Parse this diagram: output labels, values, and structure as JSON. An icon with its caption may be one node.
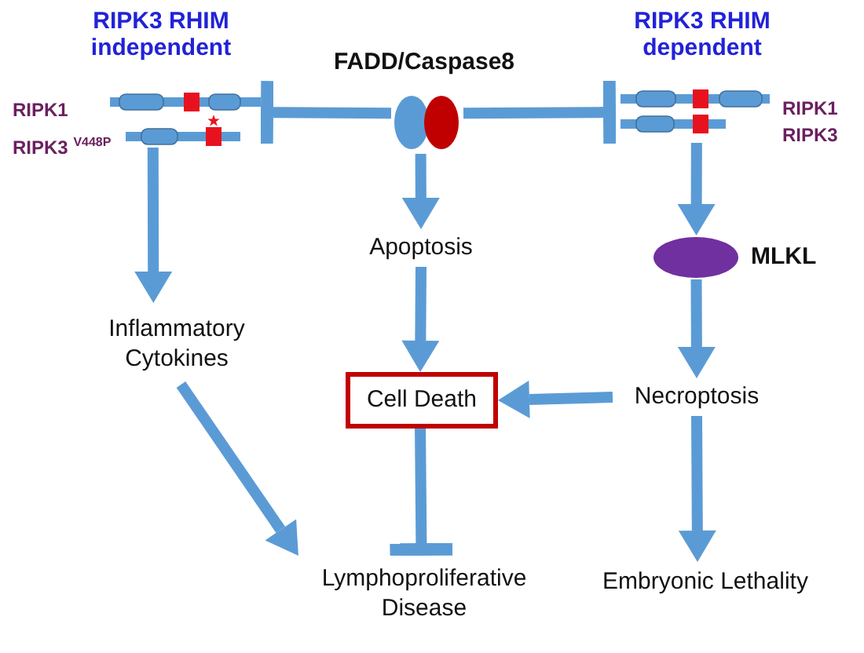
{
  "diagram": {
    "nodes": [
      {
        "text": [
          "RIPK3 RHIM independent"
        ],
        "beside": [
          "RIPK1",
          "RIPK3 $^{V448P}$"
        ]
      },
      {
        "text": [
          "FADD/Caspase8"
        ]
      },
      {
        "text": [
          "RIPK3 RHIM dependent"
        ],
        "beside": [
          "RIPK1",
          "RIPK3"
        ]
      },
      {
        "text": [
          "Inflammatory Cytokines"
        ]
      },
      {
        "text": [
          "Apoptosis"
        ]
      },
      {
        "text": [
          "MLKL"
        ]
      },
      {
        "text": [
          "Cell Death"
        ]
      },
      {
        "text": [
          "Necroptosis"
        ]
      },
      {
        "text": [
          "Lymphoproliferative Disease"
        ]
      },
      {
        "text": [
          "Embryonic Lethality"
        ]
      }
    ],
    "edges": [
      {
        "from": 1,
        "to": 0,
        "arrow": "other"
      },
      {
        "from": 1,
        "to": 2,
        "arrow": "other"
      },
      {
        "from": 0,
        "to": 3,
        "arrow": "to"
      },
      {
        "from": 1,
        "to": 4,
        "arrow": "to"
      },
      {
        "from": 2,
        "to": 5,
        "arrow": "to"
      },
      {
        "from": 4,
        "to": 6,
        "arrow": "to"
      },
      {
        "from": 5,
        "to": 7,
        "arrow": "to"
      },
      {
        "from": 7,
        "to": 6,
        "arrow": "to"
      },
      {
        "from": 3,
        "to": 8,
        "arrow": "to"
      },
      {
        "from": 6,
        "to": 8,
        "arrow": "other"
      },
      {
        "from": 7,
        "to": 9,
        "arrow": "to"
      }
    ]
  }
}
